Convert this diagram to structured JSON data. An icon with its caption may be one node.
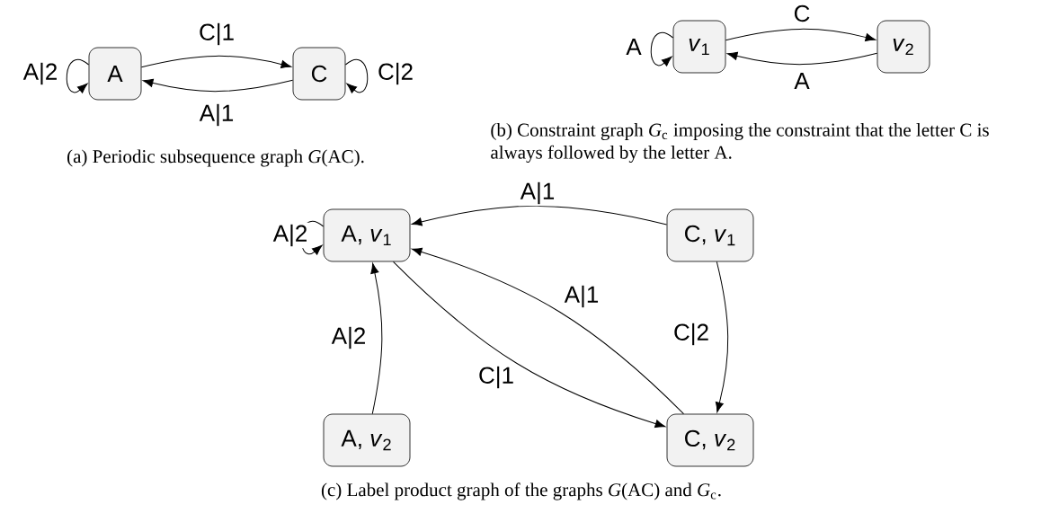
{
  "diagram": {
    "nodes": [
      {
        "text": [
          "A"
        ]
      },
      {
        "text": [
          "C"
        ]
      },
      {
        "text": [
          "*v*$_{1}$"
        ]
      },
      {
        "text": [
          "*v*$_{2}$"
        ]
      },
      {
        "text": [
          "A, *v*$_{1}$"
        ]
      },
      {
        "text": [
          "C, *v*$_{1}$"
        ]
      },
      {
        "text": [
          "A, *v*$_{2}$"
        ]
      },
      {
        "text": [
          "C, *v*$_{2}$"
        ]
      }
    ],
    "edges": [
      {
        "from": 0,
        "to": 0,
        "arrow": "to",
        "label": "A|2"
      },
      {
        "from": 0,
        "to": 1,
        "arrow": "to",
        "label": "C|1"
      },
      {
        "from": 1,
        "to": 0,
        "arrow": "to",
        "label": "A|1"
      },
      {
        "from": 1,
        "to": 1,
        "arrow": "to",
        "label": "C|2"
      },
      {
        "from": 2,
        "to": 2,
        "arrow": "to",
        "label": "A"
      },
      {
        "from": 2,
        "to": 3,
        "arrow": "to",
        "label": "C"
      },
      {
        "from": 3,
        "to": 2,
        "arrow": "to",
        "label": "A"
      },
      {
        "from": 4,
        "to": 4,
        "arrow": "to",
        "label": "A|2"
      },
      {
        "from": 5,
        "to": 4,
        "arrow": "to",
        "label": "A|1"
      },
      {
        "from": 4,
        "to": 7,
        "arrow": "to",
        "label": "C|1"
      },
      {
        "from": 7,
        "to": 4,
        "arrow": "to",
        "label": "A|1"
      },
      {
        "from": 5,
        "to": 7,
        "arrow": "to",
        "label": "C|2"
      },
      {
        "from": 6,
        "to": 4,
        "arrow": "to",
        "label": "A|2"
      }
    ],
    "labels": [
      "(a) Periodic subsequence graph *G*(AC).",
      "(b) Constraint graph *G*$_{c}$ imposing the constraint that the letter C is always followed by the letter A.",
      "(c) Label product graph of the graphs *G*(AC) and *G*$_{c}$."
    ]
  }
}
